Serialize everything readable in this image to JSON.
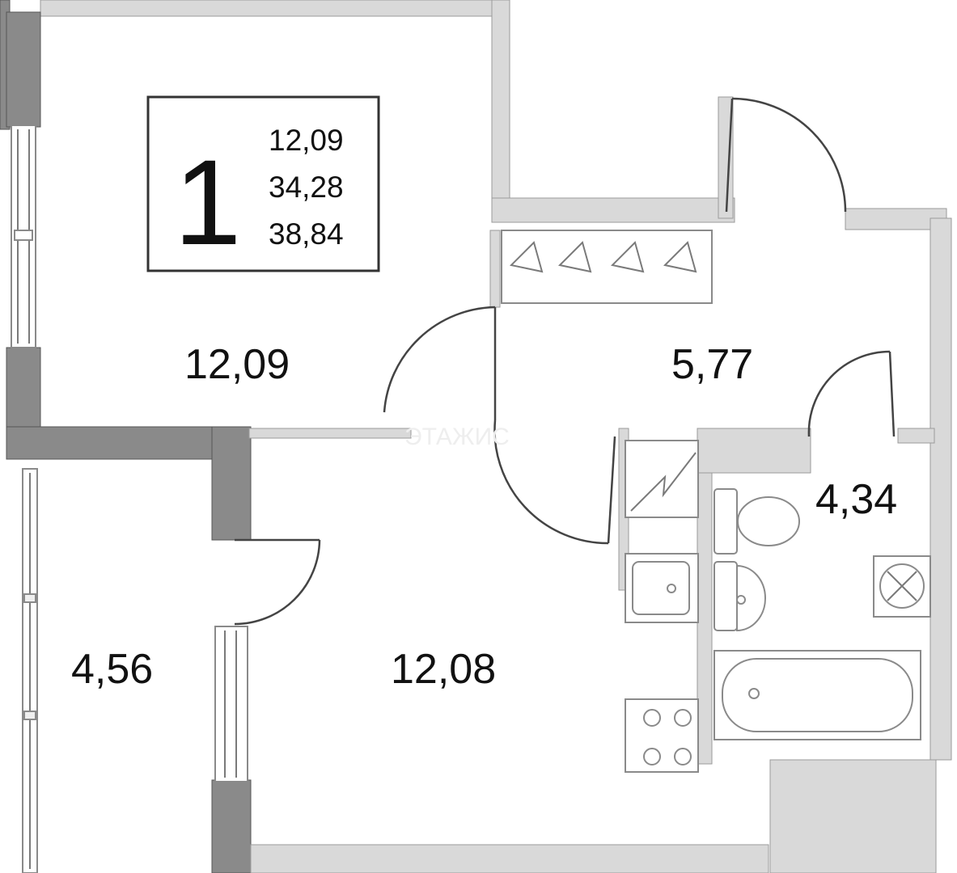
{
  "summary": {
    "rooms_count": "1",
    "living_area": "12,09",
    "total_area": "34,28",
    "total_with_balcony": "38,84"
  },
  "rooms": {
    "bedroom": "12,09",
    "hall": "5,77",
    "bathroom": "4,34",
    "balcony": "4,56",
    "kitchen": "12,08"
  },
  "watermark": "ЭТАЖИС"
}
